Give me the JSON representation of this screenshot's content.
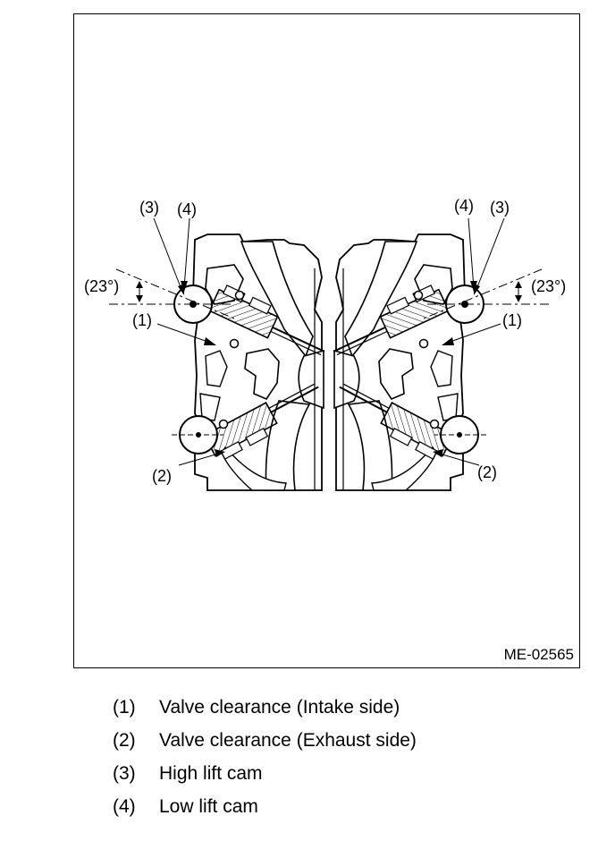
{
  "figure": {
    "id": "ME-02565",
    "callouts": {
      "c1": "(1)",
      "c2": "(2)",
      "c3": "(3)",
      "c4": "(4)",
      "angle": "(23°)"
    }
  },
  "legend": [
    {
      "num": "(1)",
      "text": "Valve clearance (Intake side)"
    },
    {
      "num": "(2)",
      "text": "Valve clearance (Exhaust side)"
    },
    {
      "num": "(3)",
      "text": "High lift cam"
    },
    {
      "num": "(4)",
      "text": "Low lift cam"
    }
  ]
}
